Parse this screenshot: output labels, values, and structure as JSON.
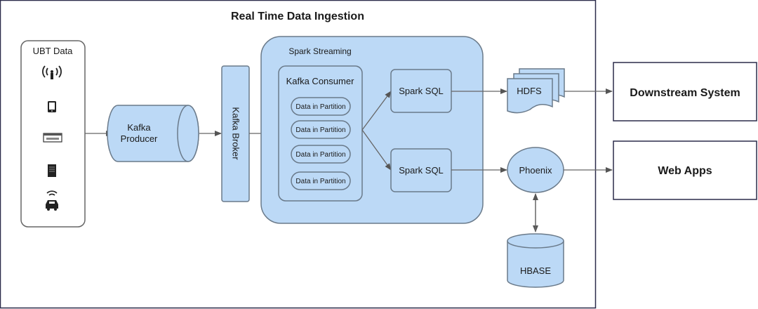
{
  "title": "Real Time Data Ingestion",
  "ubt_panel": {
    "label": "UBT Data",
    "icons": [
      "antenna-icon",
      "tablet-icon",
      "web-browser-icon",
      "server-icon",
      "connected-car-icon"
    ]
  },
  "producer": {
    "line1": "Kafka",
    "line2": "Producer"
  },
  "broker": {
    "label": "Kafka Broker"
  },
  "streaming": {
    "label": "Spark Streaming",
    "consumer": {
      "label": "Kafka Consumer",
      "partitions": [
        "Data in Partition",
        "Data in Partition",
        "Data in Partition",
        "Data in Partition"
      ]
    },
    "sql_top": "Spark SQL",
    "sql_bottom": "Spark SQL"
  },
  "hdfs": "HDFS",
  "phoenix": "Phoenix",
  "hbase": "HBASE",
  "downstream": "Downstream System",
  "webapps": "Web Apps",
  "colors": {
    "node_fill": "#bcd9f6",
    "node_stroke": "#6a7a8a",
    "frame": "#2b2b4a"
  }
}
